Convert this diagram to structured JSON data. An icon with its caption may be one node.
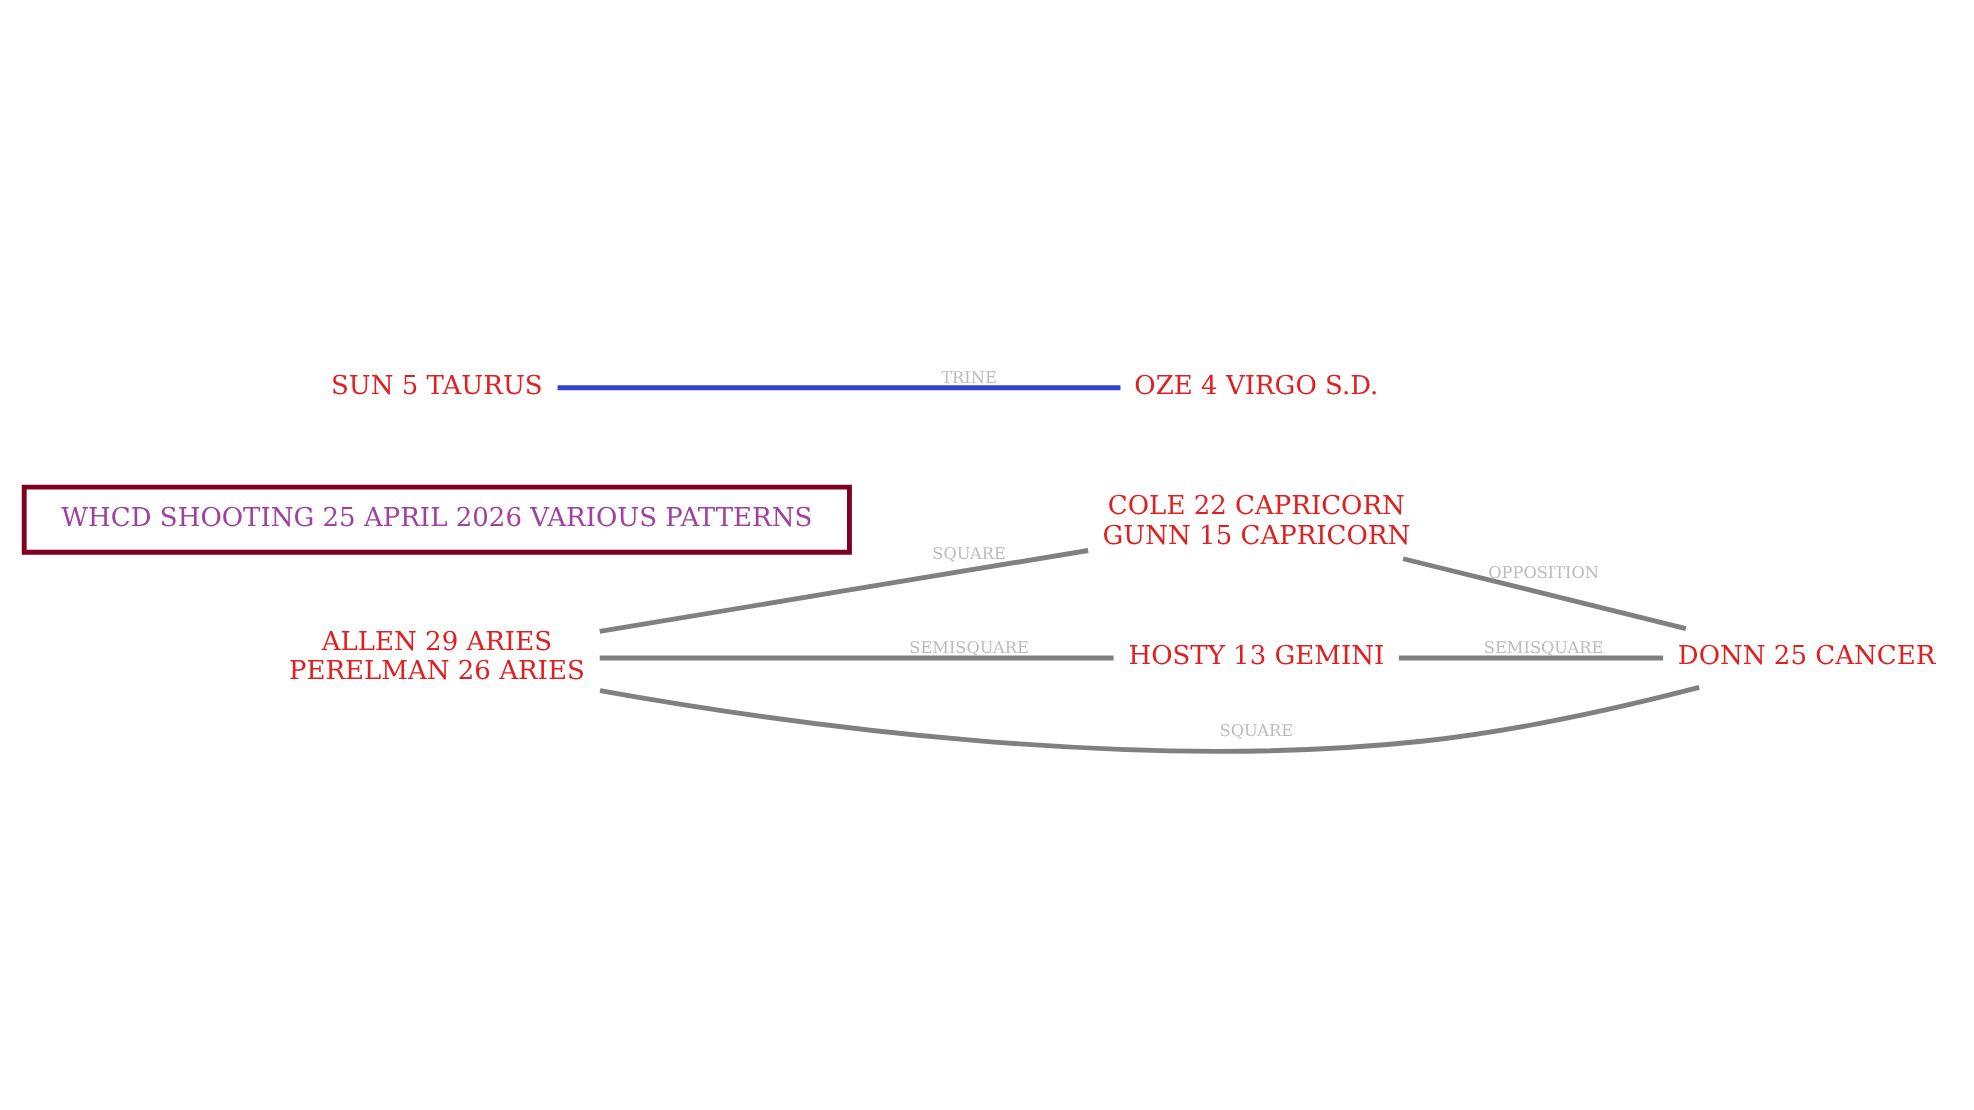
{
  "diagram": {
    "nodes": [
      {
        "text": [
          "COLE 22 CAPRICORN",
          "GUNN 15 CAPRICORN"
        ]
      },
      {
        "text": [
          "WHCD SHOOTING 25 APRIL 2026 VARIOUS PATTERNS"
        ]
      },
      {
        "text": [
          "SUN 5 TAURUS"
        ]
      },
      {
        "text": [
          "ALLEN 29 ARIES",
          "PERELMAN 26 ARIES"
        ]
      },
      {
        "text": [
          "HOSTY 13 GEMINI"
        ]
      },
      {
        "text": [
          "OZE 4 VIRGO S.D."
        ]
      },
      {
        "text": [
          "DONN 25 CANCER"
        ]
      }
    ],
    "edges": [
      {
        "from": 3,
        "to": 0,
        "arrow": "none",
        "label": "SQUARE"
      },
      {
        "from": 0,
        "to": 6,
        "arrow": "none",
        "label": "OPPOSITION"
      },
      {
        "from": 2,
        "to": 5,
        "arrow": "none",
        "label": "TRINE",
        "color": "#3344cc"
      },
      {
        "from": 3,
        "to": 6,
        "arrow": "none",
        "label": "SQUARE"
      },
      {
        "from": 3,
        "to": 4,
        "arrow": "none",
        "label": "SEMISQUARE"
      },
      {
        "from": 4,
        "to": 6,
        "arrow": "none",
        "label": "SEMISQUARE"
      }
    ]
  }
}
